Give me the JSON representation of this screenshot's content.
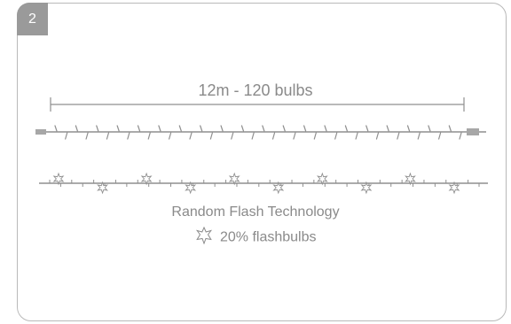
{
  "step": {
    "number": "2"
  },
  "length": {
    "label": "12m - 120 bulbs"
  },
  "random_flash": {
    "title": "Random Flash Technology",
    "flash_text": "20% flashbulbs"
  },
  "icons": {
    "flash": "starburst-icon"
  },
  "colors": {
    "line": "#8f8f8f",
    "text": "#8a8a8a",
    "badge": "#9a9a9a",
    "border": "#b9b9b9"
  },
  "strings": {
    "bulbs_upper": 40,
    "bulbs_lower_normal": 40,
    "bulbs_lower_flash": 10
  }
}
